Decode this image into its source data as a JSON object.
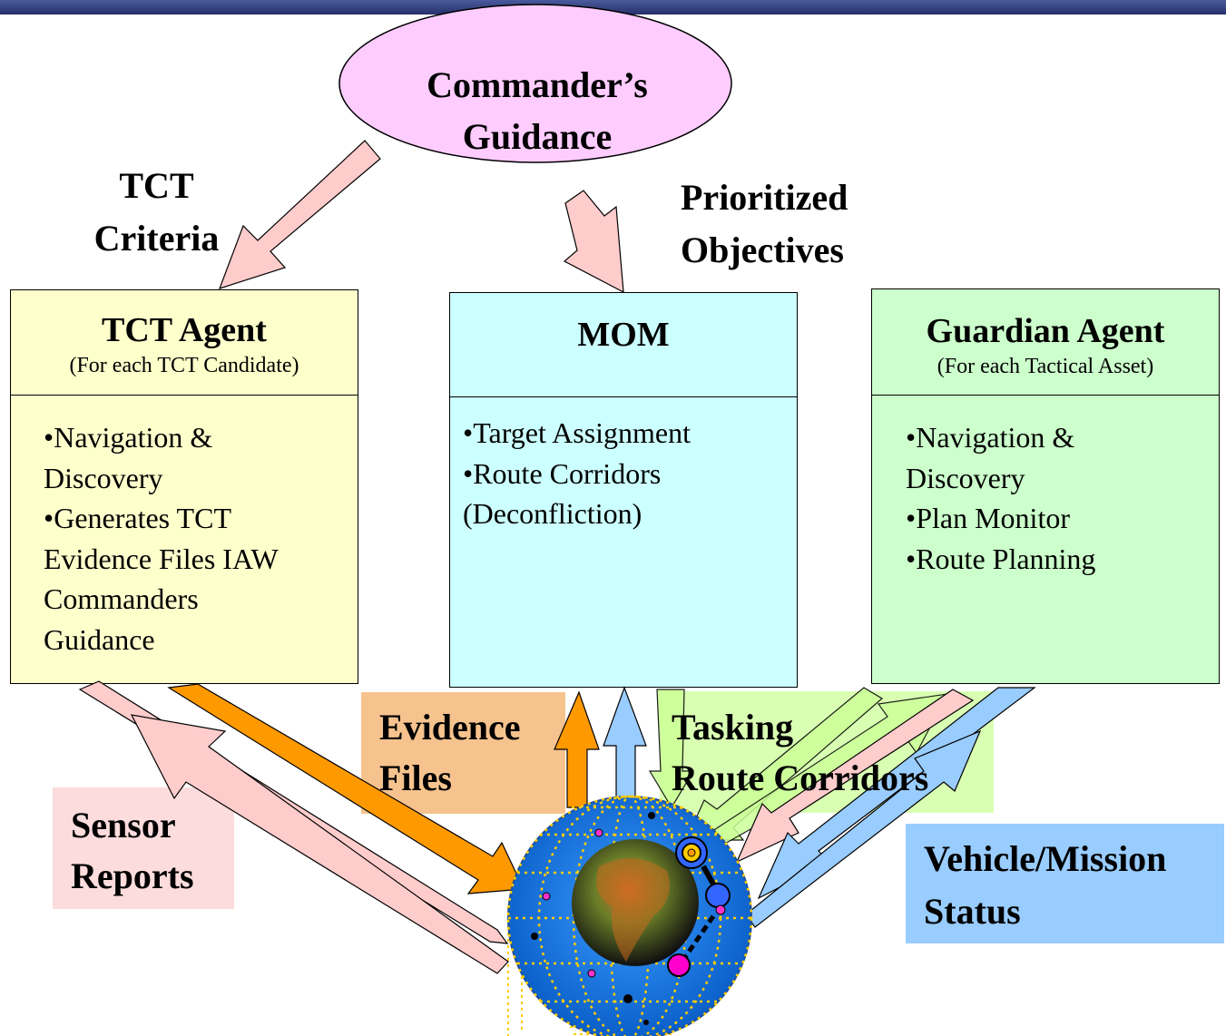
{
  "colors": {
    "title_bar": "#27306b",
    "ellipse_fill": "#ffccff",
    "tct_box": "#ffffcc",
    "mom_box": "#ccffff",
    "guardian_box": "#ccffcc",
    "arrow_pink": "#ffcccc",
    "arrow_orange": "#ff9900",
    "arrow_blue": "#99ccff",
    "arrow_green": "#ccff99",
    "globe_blue": "#1e7fe6",
    "globe_dots": "#ffcc00"
  },
  "ellipse": {
    "line1": "Commander’s",
    "line2": "Guidance"
  },
  "labels": {
    "tct_criteria": [
      "TCT",
      "Criteria"
    ],
    "prioritized_objectives": [
      "Prioritized",
      "Objectives"
    ],
    "evidence_files": [
      "Evidence",
      "Files"
    ],
    "tasking": [
      "Tasking",
      "Route Corridors"
    ],
    "sensor_reports": [
      "Sensor",
      "Reports"
    ],
    "vehicle_status": [
      "Vehicle/Mission",
      "Status"
    ]
  },
  "boxes": {
    "tct_agent": {
      "title": "TCT Agent",
      "subtitle": "(For each TCT Candidate)",
      "lines": [
        "•Navigation &",
        "Discovery",
        "•Generates TCT",
        "Evidence Files IAW",
        "Commanders",
        "Guidance"
      ]
    },
    "mom": {
      "title": "MOM",
      "lines": [
        "•Target Assignment",
        "•Route Corridors",
        "(Deconfliction)"
      ]
    },
    "guardian_agent": {
      "title": "Guardian Agent",
      "subtitle": "(For each Tactical Asset)",
      "lines": [
        "•Navigation &",
        "Discovery",
        "•Plan Monitor",
        "•Route Planning"
      ]
    }
  },
  "globe": {
    "icon": "globe-icon"
  }
}
